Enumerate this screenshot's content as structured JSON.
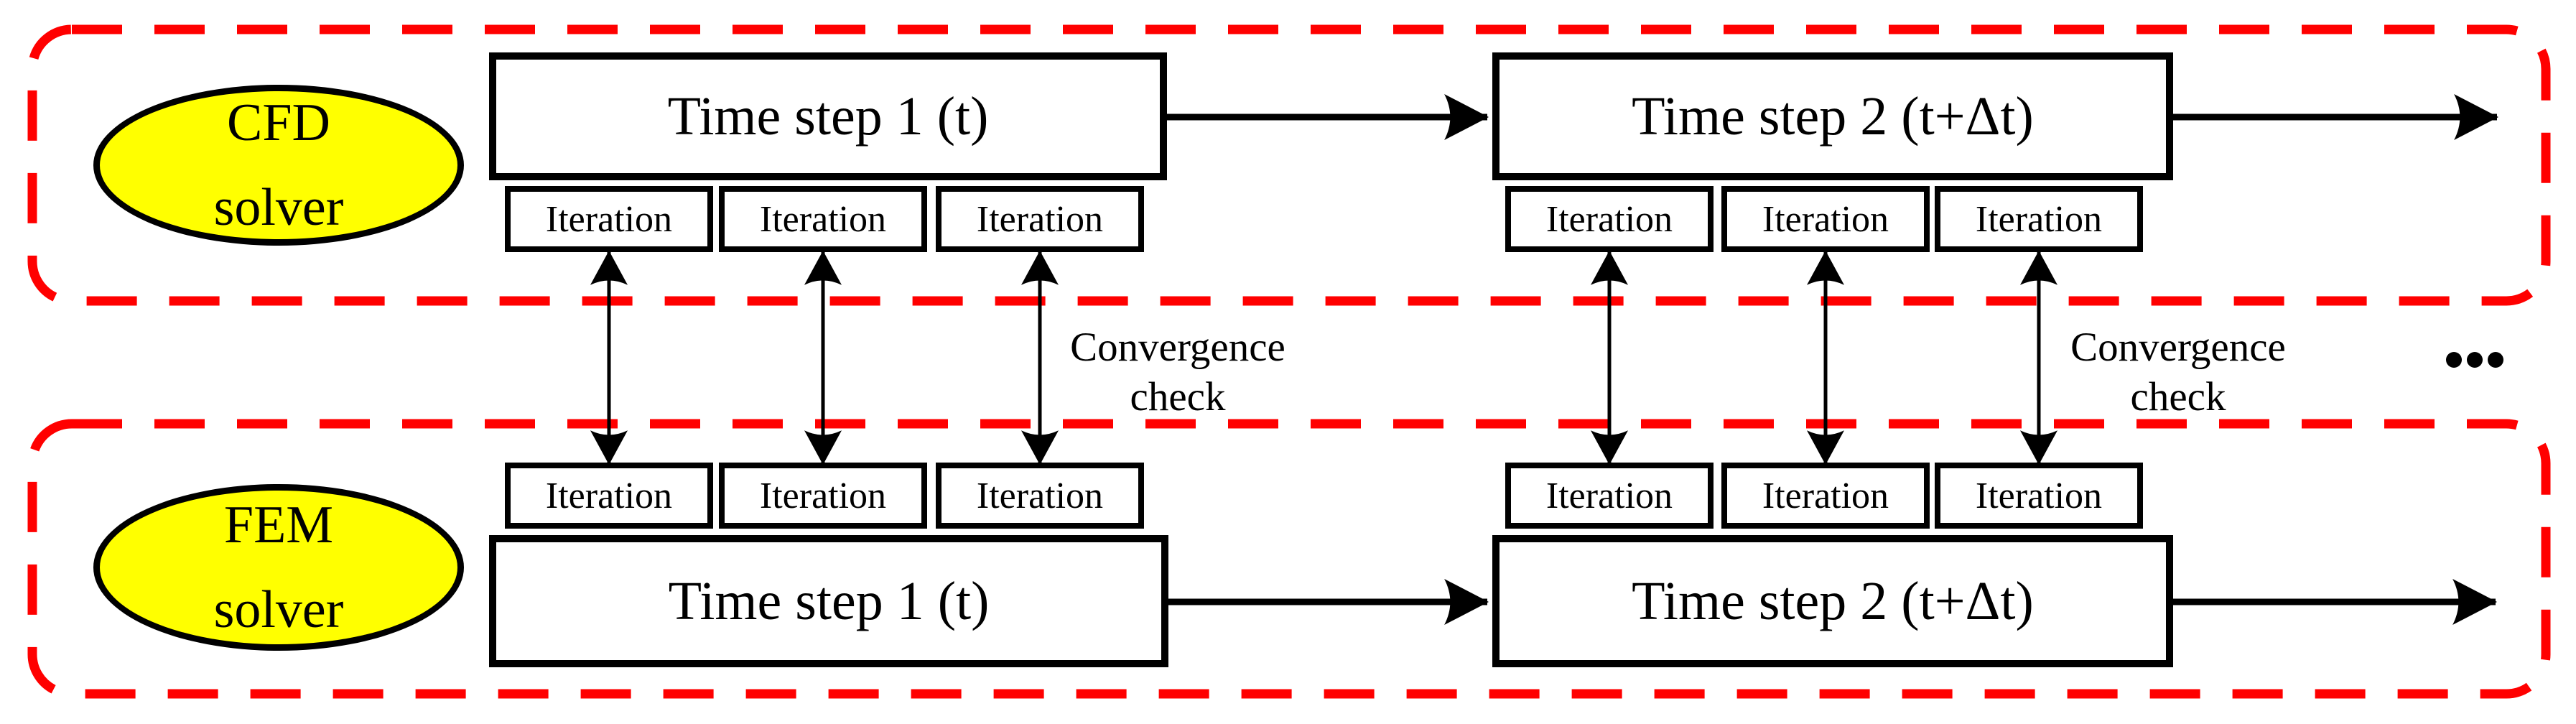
{
  "diagram": {
    "solver_cfd": {
      "line1": "CFD",
      "line2": "solver"
    },
    "solver_fem": {
      "line1": "FEM",
      "line2": "solver"
    },
    "timestep1_label": "Time step 1 (t)",
    "timestep2_label": "Time step 2 (t+Δt)",
    "iteration_label": "Iteration",
    "convergence": {
      "line1": "Convergence",
      "line2": "check"
    },
    "ellipsis": "...",
    "colors": {
      "dashed_boundary": "#FF0000",
      "solver_fill": "#FFFF00",
      "line": "#000000",
      "background": "#FFFFFF"
    }
  }
}
